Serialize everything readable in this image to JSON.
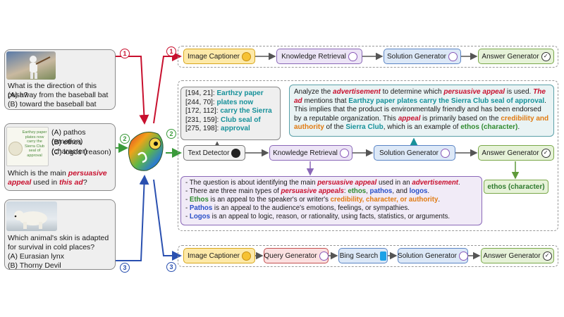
{
  "questions": [
    {
      "text": "What is the direction of this push?",
      "options": [
        "(A) away from the baseball bat",
        "(B) toward the baseball bat"
      ]
    },
    {
      "image_text": "Earthzy paper plates now carry the Sierra Club seal of approval",
      "options": [
        "(A) pathos (emotion)",
        "(B) ethos (character)",
        "(C) logos (reason)"
      ],
      "text_parts": [
        "Which is the main ",
        "persuasive appeal",
        " used in ",
        "this ad",
        "?"
      ]
    },
    {
      "text": "Which animal's skin is adapted for survival in cold places?",
      "options": [
        "(A) Eurasian lynx",
        "(B) Thorny Devil"
      ]
    }
  ],
  "markers": {
    "one": "1",
    "two": "2",
    "three": "3"
  },
  "pipeline1": [
    "Image Captioner",
    "Knowledge Retrieval",
    "Solution Generator",
    "Answer Generator"
  ],
  "pipeline2": [
    "Text Detector",
    "Knowledge Retrieval",
    "Solution Generator",
    "Answer Generator"
  ],
  "pipeline3": [
    "Image Captioner",
    "Query Generator",
    "Bing Search",
    "Solution Generator",
    "Answer Generator"
  ],
  "detections": [
    {
      "coord": "[194, 21]:",
      "text": "Earthzy paper"
    },
    {
      "coord": "[244, 70]:",
      "text": "plates now"
    },
    {
      "coord": "[172, 112]:",
      "text": "carry the Sierra"
    },
    {
      "coord": "[231, 159]:",
      "text": "Club seal of"
    },
    {
      "coord": "[275, 198]:",
      "text": "approval"
    }
  ],
  "solution": {
    "s1": "Analyze the ",
    "s2": "advertisement",
    "s3": " to determine which ",
    "s4": "persuasive appeal",
    "s5": " is used. ",
    "s6": "The ad",
    "s7": " mentions that ",
    "s8": "Earthzy paper plates carry the Sierra Club seal of approval",
    "s9": ". This implies that the product is environmentally friendly and has been endorsed by a reputable organization. This ",
    "s10": "appeal",
    "s11": " is primarily based on the ",
    "s12": "credibility and authority",
    "s13": " of the ",
    "s14": "Sierra Club",
    "s15": ", which is an example of ",
    "s16": "ethos (character)",
    "s17": "."
  },
  "knowledge": {
    "l1a": "- The question is about identifying the main ",
    "l1b": "persuasive appeal",
    "l1c": " used in an ",
    "l1d": "advertisement",
    "l1e": ".",
    "l2a": "- There are three main types of ",
    "l2b": "persuasive appeals",
    "l2c": ": ",
    "l2d": "ethos",
    "l2e": ", ",
    "l2f": "pathos",
    "l2g": ", and ",
    "l2h": "logos",
    "l2i": ".",
    "l3a": "- ",
    "l3b": "Ethos",
    "l3c": " is an appeal to the speaker's or writer's ",
    "l3d": "credibility, character, or authority",
    "l3e": ".",
    "l4a": "- ",
    "l4b": "Pathos",
    "l4c": " is an appeal to the audience's emotions, feelings, or sympathies.",
    "l5a": "- ",
    "l5b": "Logos",
    "l5c": " is an appeal to logic, reason, or rationality, using facts, statistics, or arguments."
  },
  "answer": "ethos (character)",
  "colors": {
    "red": "#c8102e",
    "green": "#3a9a3a",
    "blue": "#2a50b0",
    "teal": "#17919a",
    "orange": "#e07a10"
  },
  "icons": {
    "captioner": "smiley-icon",
    "gpt": "openai-knot-icon",
    "answer": "check-seal-icon",
    "detector": "github-icon",
    "bing": "bing-icon",
    "chameleon": "chameleon-logo"
  }
}
